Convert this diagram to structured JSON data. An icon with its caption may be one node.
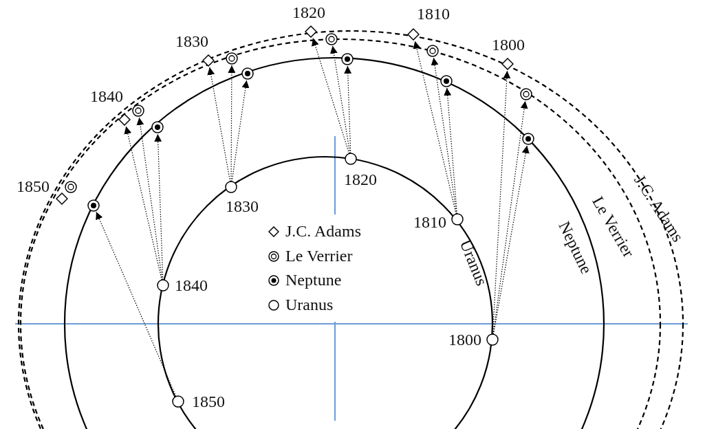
{
  "diagram": {
    "nodes": [
      {
        "text": [],
        "shape": "circle",
        "beside": [
          "1800"
        ]
      },
      {
        "text": [],
        "shape": "circle",
        "beside": [
          "1810"
        ]
      },
      {
        "text": [],
        "shape": "circle",
        "beside": [
          "1820"
        ]
      },
      {
        "text": [],
        "shape": "circle",
        "beside": [
          "1830"
        ]
      },
      {
        "text": [],
        "shape": "circle",
        "beside": [
          "1840"
        ]
      },
      {
        "text": [],
        "shape": "circle",
        "beside": [
          "1850"
        ]
      },
      {
        "text": [],
        "shape": "circle"
      },
      {
        "text": [],
        "shape": "circle"
      },
      {
        "text": [],
        "shape": "circle"
      },
      {
        "text": [],
        "shape": "circle"
      },
      {
        "text": [],
        "shape": "circle"
      },
      {
        "text": [],
        "shape": "circle"
      },
      {
        "text": [],
        "shape": "circle"
      },
      {
        "text": [],
        "shape": "circle"
      },
      {
        "text": [],
        "shape": "circle"
      },
      {
        "text": [],
        "shape": "circle"
      },
      {
        "text": [],
        "shape": "circle"
      },
      {
        "text": [],
        "shape": "circle"
      },
      {
        "text": [],
        "shape": "diamond"
      },
      {
        "text": [],
        "shape": "diamond"
      },
      {
        "text": [],
        "shape": "diamond"
      },
      {
        "text": [],
        "shape": "diamond"
      },
      {
        "text": [],
        "shape": "diamond"
      },
      {
        "text": [],
        "shape": "diamond"
      }
    ],
    "edges": [
      {
        "from": 0,
        "to": 6,
        "arrow": "to"
      },
      {
        "from": 0,
        "to": 12,
        "arrow": "to"
      },
      {
        "from": 0,
        "to": 18,
        "arrow": "to"
      },
      {
        "from": 1,
        "to": 7,
        "arrow": "to"
      },
      {
        "from": 1,
        "to": 13,
        "arrow": "to"
      },
      {
        "from": 1,
        "to": 19,
        "arrow": "to"
      },
      {
        "from": 2,
        "to": 8,
        "arrow": "to"
      },
      {
        "from": 2,
        "to": 14,
        "arrow": "to"
      },
      {
        "from": 2,
        "to": 20,
        "arrow": "to"
      },
      {
        "from": 3,
        "to": 9,
        "arrow": "to"
      },
      {
        "from": 3,
        "to": 15,
        "arrow": "to"
      },
      {
        "from": 3,
        "to": 21,
        "arrow": "to"
      },
      {
        "from": 4,
        "to": 10,
        "arrow": "to"
      },
      {
        "from": 4,
        "to": 16,
        "arrow": "to"
      },
      {
        "from": 4,
        "to": 22,
        "arrow": "to"
      },
      {
        "from": 5,
        "to": 11,
        "arrow": "to"
      }
    ],
    "labels": [
      "1820",
      "1810",
      "1830",
      "1800",
      "1840",
      "1850",
      "Uranus",
      "Neptune",
      "Le Verrier",
      "J.C. Adams"
    ],
    "legend": [
      {
        "text": "J.C. Adams"
      },
      {
        "text": "Le Verrier"
      },
      {
        "text": "Neptune"
      },
      {
        "text": "Uranus"
      }
    ]
  }
}
